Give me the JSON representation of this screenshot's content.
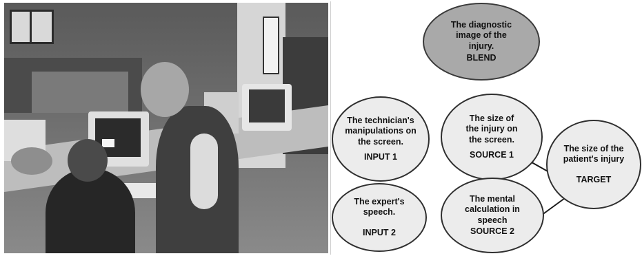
{
  "diagram": {
    "nodes": {
      "blend": {
        "text": "The diagnostic\nimage of the\ninjury.",
        "tag": "BLEND"
      },
      "input1": {
        "text": "The technician's\nmanipulations on\nthe screen.",
        "tag": "INPUT 1"
      },
      "source1": {
        "text": "The size of\nthe injury on\nthe screen.",
        "tag": "SOURCE 1"
      },
      "target": {
        "text": "The size of the\npatient's  injury",
        "tag": "TARGET"
      },
      "input2": {
        "text": "The expert's\nspeech.",
        "tag": "INPUT 2"
      },
      "source2": {
        "text": "The mental\ncalculation in\nspeech",
        "tag": "SOURCE 2"
      }
    },
    "links": [
      {
        "from": "source1",
        "to": "target"
      },
      {
        "from": "source2",
        "to": "target"
      }
    ],
    "colors": {
      "blend_fill": "#a9a9a9",
      "node_fill": "#ececec",
      "stroke": "#2f2f2f"
    }
  }
}
